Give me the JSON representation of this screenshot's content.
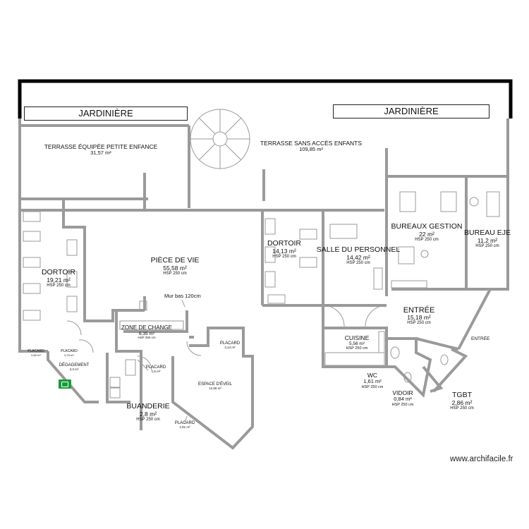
{
  "planters": {
    "left": "JARDINIÈRE",
    "right": "JARDINIÈRE"
  },
  "rooms": {
    "terrasse_equipee": {
      "name": "TERRASSE ÉQUIPÉE PETITE ENFANCE",
      "area": "31,57 m²"
    },
    "terrasse_sans": {
      "name": "TERRASSE SANS ACCÈS ENFANTS",
      "area": "109,85 m²"
    },
    "piece_de_vie": {
      "name": "PIÈCE DE VIE",
      "area": "55,58 m²",
      "hsp": "HSP 250 cm"
    },
    "dortoir_left": {
      "name": "DORTOIR",
      "area": "19,21 m²",
      "hsp": "HSP 250 cm"
    },
    "dortoir_mid": {
      "name": "DORTOIR",
      "area": "14,13 m²",
      "hsp": "HSP 250 cm"
    },
    "salle_personnel": {
      "name": "SALLE DU PERSONNEL",
      "area": "14,42 m²",
      "hsp": "HSP 250 cm"
    },
    "bureaux_gestion": {
      "name": "BUREAUX GESTION",
      "area": "22 m²",
      "hsp": "HSP 250 cm"
    },
    "bureau_eje": {
      "name": "BUREAU EJE",
      "area": "11,2 m²",
      "hsp": "HSP 250 cm"
    },
    "entree": {
      "name": "ENTRÉE",
      "area": "15,18 m²",
      "hsp": "HSP 250 cm"
    },
    "zone_change": {
      "name": "ZONE DE CHANGE",
      "area": "6,35 m²",
      "hsp": "HSP 250 cm"
    },
    "cuisine": {
      "name": "CUISINE",
      "area": "5,56 m²",
      "hsp": "HSP 250 cm"
    },
    "wc": {
      "name": "WC",
      "area": "1,61 m²",
      "hsp": "HSP 250 cm"
    },
    "vidoir": {
      "name": "VIDOIR",
      "area": "0,84 m²",
      "hsp": "HSP 250 cm"
    },
    "tgbt": {
      "name": "TGBT",
      "area": "2,86 m²",
      "hsp": "HSP 250 cm"
    },
    "buanderie": {
      "name": "BUANDERIE",
      "area": "2,8 m²",
      "hsp": "HSP 250 cm"
    },
    "espace_eveil": {
      "name": "ESPACE D'ÉVEIL",
      "area": "12,58 m²"
    },
    "degagement": {
      "name": "DÉGAGEMENT",
      "area": "3,3 m²"
    },
    "placard_1": {
      "name": "PLACARD",
      "area": "3,14 m²"
    },
    "placard_2": {
      "name": "PLACARD",
      "area": "1,5 m²"
    },
    "placard_3": {
      "name": "PLACARD",
      "area": "1,81 m²"
    },
    "placard_4": {
      "name": "PLACARD",
      "area": "0,83 m²"
    },
    "placard_5": {
      "name": "PLACARD",
      "area": "0,79 m²"
    }
  },
  "notes": {
    "mur_bas": "Mur bas 120cm",
    "entree_ext": "ENTRÉE"
  },
  "watermark": "www.archifacile.fr",
  "colors": {
    "wall": "#9a9a9a",
    "outer_wall": "#000000",
    "exit_sign": "#1a9b3a"
  }
}
